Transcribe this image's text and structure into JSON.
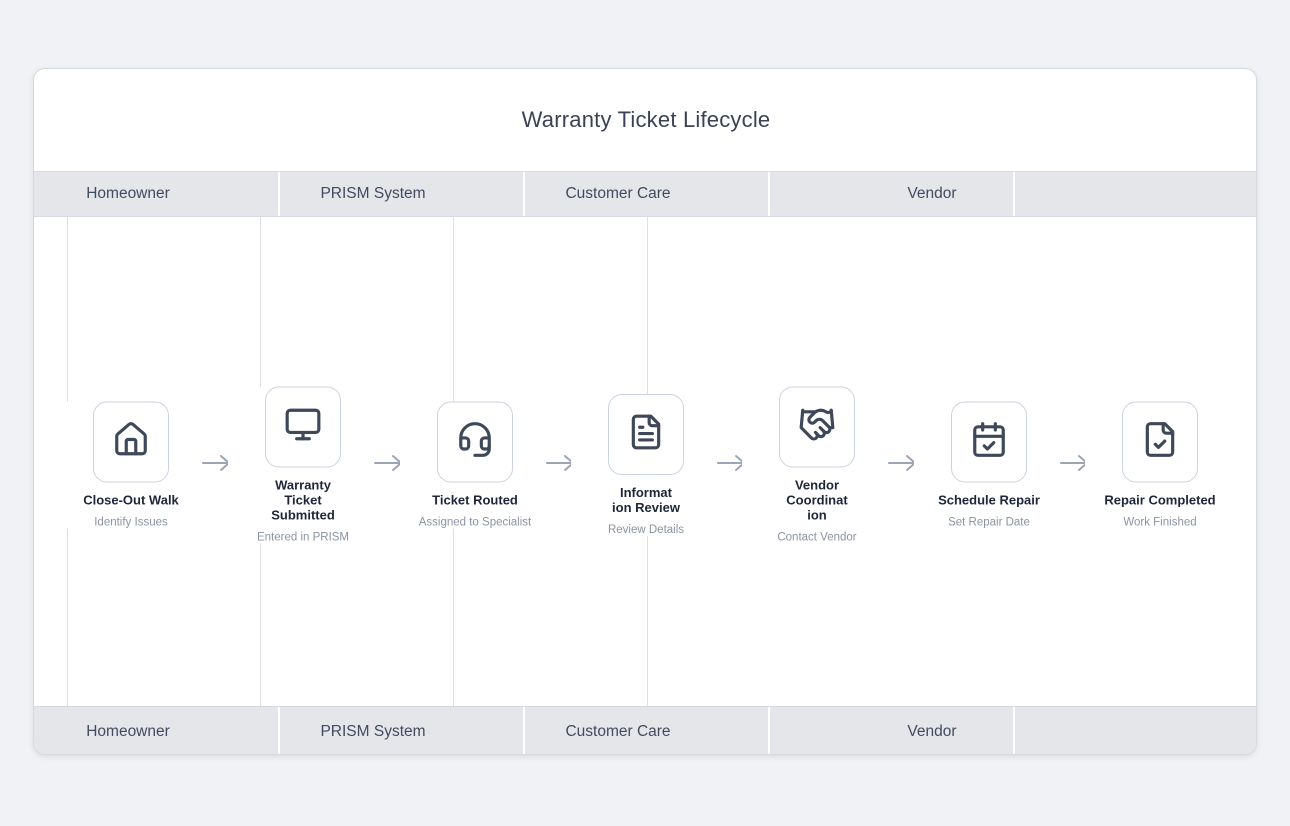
{
  "diagram": {
    "title": "Warranty Ticket Lifecycle",
    "lanes": [
      {
        "label": "Homeowner"
      },
      {
        "label": "PRISM System"
      },
      {
        "label": "Customer Care"
      },
      {
        "label": "Vendor"
      },
      {
        "label": ""
      }
    ],
    "steps": [
      {
        "title": "Close-Out Walk",
        "subtitle": "Identify Issues",
        "icon": "house-icon"
      },
      {
        "title": "Warranty\nTicket\nSubmitted",
        "subtitle": "Entered in PRISM",
        "icon": "monitor-icon"
      },
      {
        "title": "Ticket Routed",
        "subtitle": "Assigned to Specialist",
        "icon": "headset-icon"
      },
      {
        "title": "Informat\nion Review",
        "subtitle": "Review Details",
        "icon": "file-text-icon"
      },
      {
        "title": "Vendor\nCoordinat\nion",
        "subtitle": "Contact Vendor",
        "icon": "handshake-icon"
      },
      {
        "title": "Schedule Repair",
        "subtitle": "Set Repair Date",
        "icon": "calendar-check-icon"
      },
      {
        "title": "Repair Completed",
        "subtitle": "Work Finished",
        "icon": "file-check-icon"
      }
    ]
  },
  "colors": {
    "page_bg": "#f1f2f5",
    "card_bg": "#ffffff",
    "card_border": "#d6d9df",
    "band_bg": "#e4e6ea",
    "band_border": "#d7dae0",
    "lane_label_text": "#414b5f",
    "title_text": "#3a4254",
    "step_title_text": "#1e2638",
    "step_subtitle_text": "#8b93a2",
    "icon_stroke": "#3e4859",
    "icon_box_border": "#cbd3de",
    "arrow": "#9ca5b4",
    "lane_line": "#dcdfe4"
  }
}
